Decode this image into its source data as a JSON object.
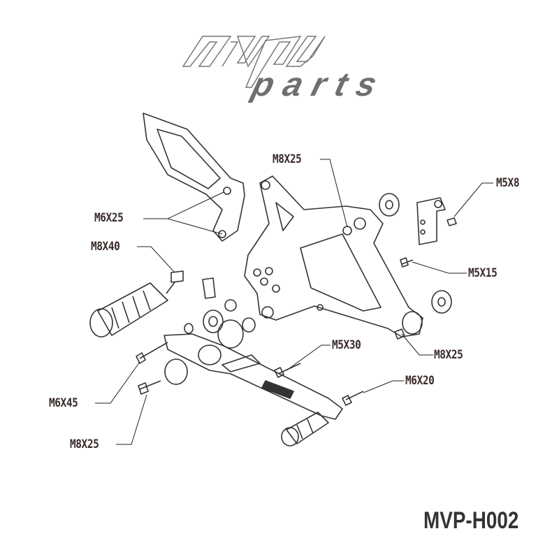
{
  "logo": {
    "text": "mv parts",
    "color": "#707070"
  },
  "labels": {
    "m8x25_top": "M8X25",
    "m5x8": "M5X8",
    "m6x25": "M6X25",
    "m8x40": "M8X40",
    "m5x15": "M5X15",
    "m5x30": "M5X30",
    "m8x25_right": "M8X25",
    "m6x20": "M6X20",
    "m6x45": "M6X45",
    "m8x25_bottom": "M8X25"
  },
  "product_code": "MVP-H002",
  "colors": {
    "line": "#333333",
    "label": "#3a2a2a"
  }
}
